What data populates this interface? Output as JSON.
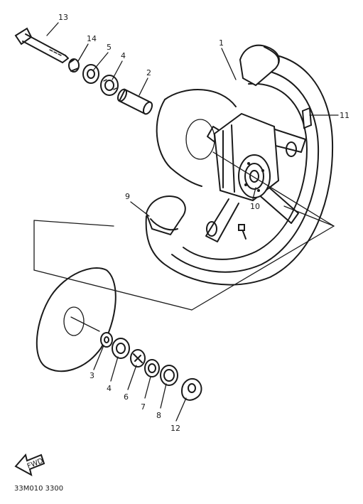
{
  "diagram": {
    "code_label": "33M010 3300",
    "fwd_label": "FWD",
    "callouts": [
      {
        "id": "c1",
        "label": "1"
      },
      {
        "id": "c2",
        "label": "2"
      },
      {
        "id": "c3",
        "label": "3"
      },
      {
        "id": "c4a",
        "label": "4"
      },
      {
        "id": "c4b",
        "label": "4"
      },
      {
        "id": "c5",
        "label": "5"
      },
      {
        "id": "c6",
        "label": "6"
      },
      {
        "id": "c7",
        "label": "7"
      },
      {
        "id": "c8",
        "label": "8"
      },
      {
        "id": "c9",
        "label": "9"
      },
      {
        "id": "c10",
        "label": "10"
      },
      {
        "id": "c11",
        "label": "11"
      },
      {
        "id": "c12",
        "label": "12"
      },
      {
        "id": "c13",
        "label": "13"
      },
      {
        "id": "c14",
        "label": "14"
      }
    ]
  }
}
